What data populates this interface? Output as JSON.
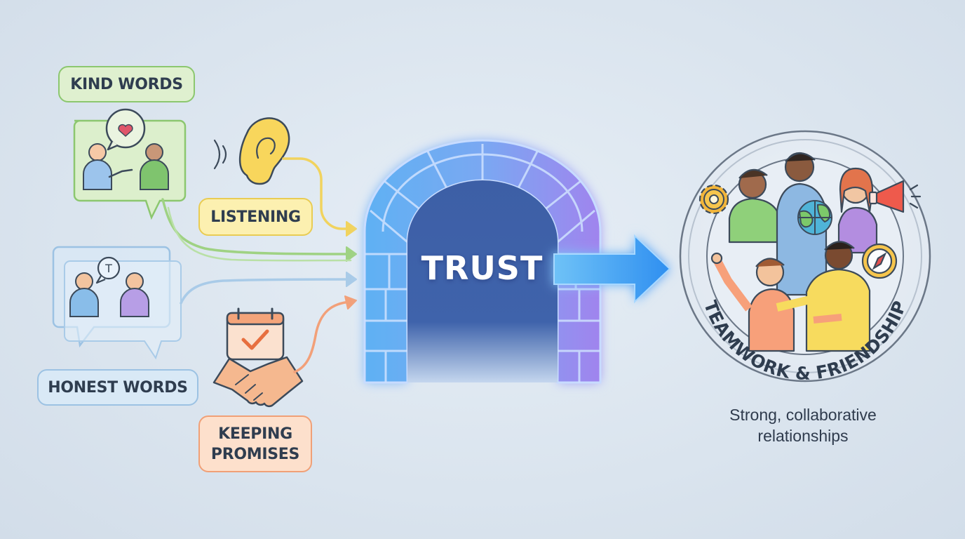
{
  "inputs": {
    "kind_words": "KIND WORDS",
    "listening": "LISTENING",
    "honest_words": "HONEST WORDS",
    "keeping_promises_line1": "KEEPING",
    "keeping_promises_line2": "PROMISES"
  },
  "center": {
    "label": "TRUST"
  },
  "outcome": {
    "badge_text": "TEAMWORK & FRIENDSHIP",
    "caption_line1": "Strong, collaborative",
    "caption_line2": "relationships"
  },
  "icons": {
    "kind_words": "speech-bubble-heart-icon",
    "listening": "ear-icon",
    "honest_words": "speech-bubble-t-icon",
    "keeping_promises": "calendar-check-handshake-icon",
    "outcome_extras": [
      "gear-icon",
      "globe-icon",
      "megaphone-icon",
      "compass-icon"
    ]
  },
  "colors": {
    "kind": "#8cc76f",
    "listening": "#e9cc53",
    "honest": "#9cc2e3",
    "promises": "#f0a077",
    "trust_blue": "#4a9ff0",
    "trust_purple": "#9b7ef0",
    "trust_inner": "#3f62a8"
  }
}
